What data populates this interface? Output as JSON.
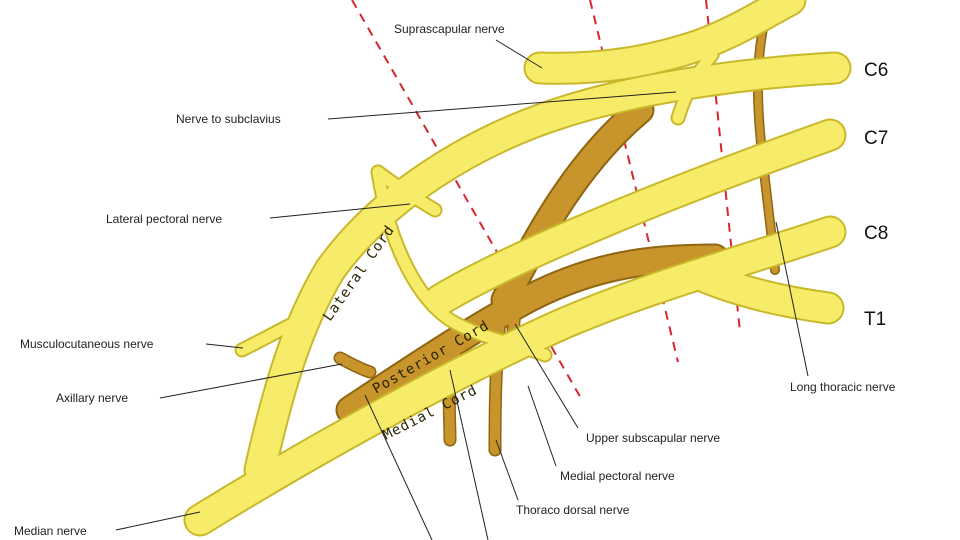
{
  "colors": {
    "nerve_fill": "#f7ec6a",
    "nerve_edge": "#c9b82a",
    "posterior_fill": "#c8952c",
    "posterior_edge": "#8f6512",
    "divider": "#d9262e",
    "leader": "#222222"
  },
  "roots": {
    "c6": "C6",
    "c7": "C7",
    "c8": "C8",
    "t1": "T1"
  },
  "cords": {
    "lateral": "Lateral Cord",
    "posterior": "Posterior Cord",
    "medial": "Medial Cord"
  },
  "labels": {
    "suprascapular": "Suprascapular nerve",
    "subclavius": "Nerve to subclavius",
    "lateral_pectoral": "Lateral pectoral nerve",
    "musculocutaneous": "Musculocutaneous nerve",
    "axillary": "Axillary nerve",
    "median": "Median nerve",
    "long_thoracic": "Long thoracic nerve",
    "upper_subscapular": "Upper subscapular nerve",
    "medial_pectoral": "Medial pectoral nerve",
    "thoracodorsal": "Thoraco dorsal nerve"
  }
}
